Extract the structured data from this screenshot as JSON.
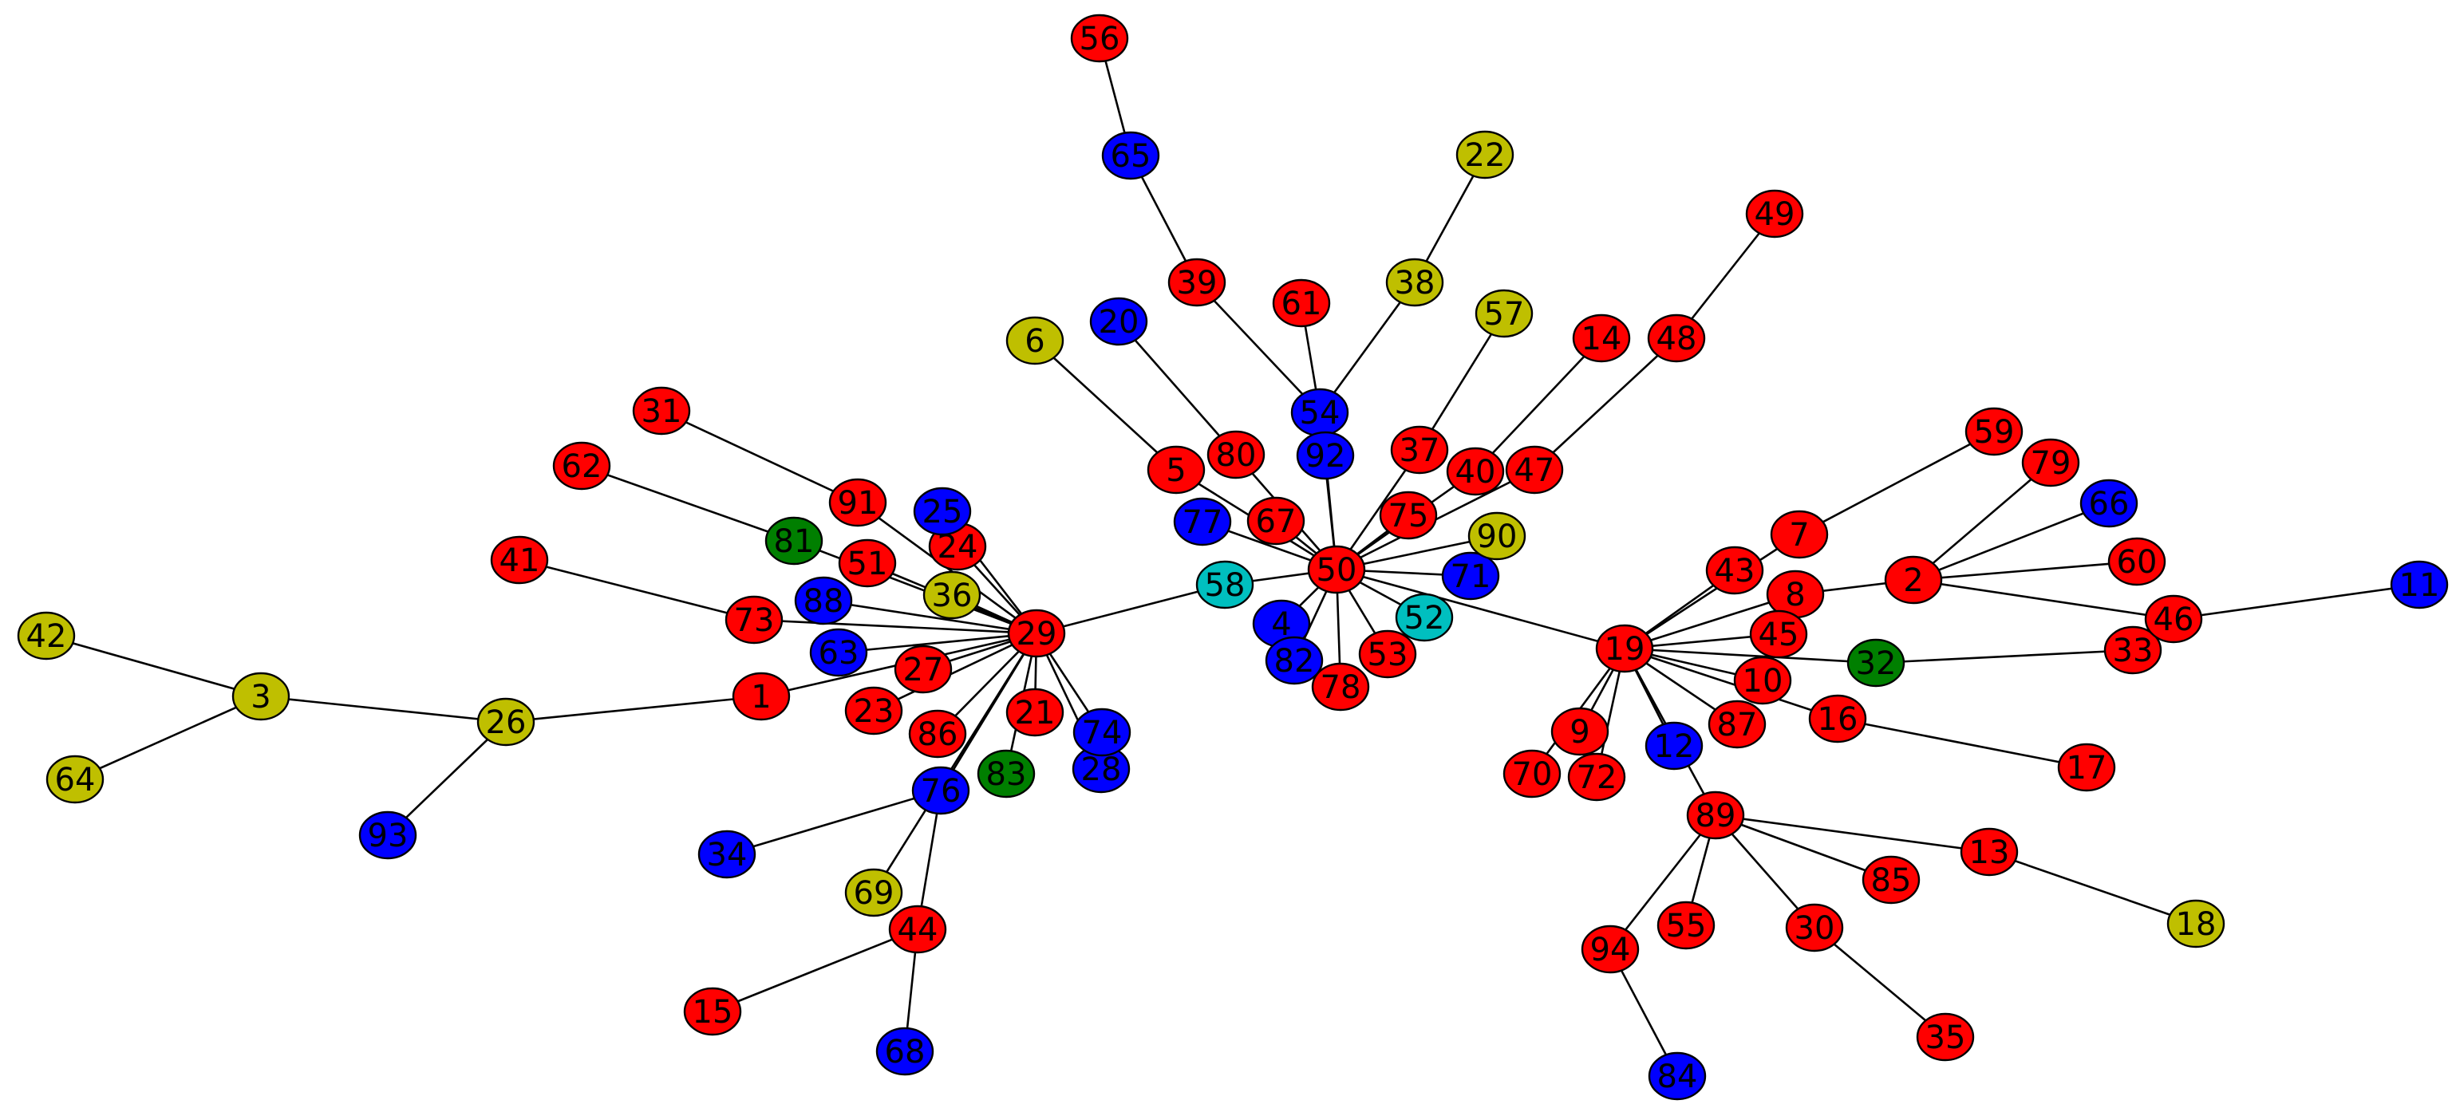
{
  "colors": {
    "red": "#ff0000",
    "blue": "#0000ff",
    "olive": "#bfbf00",
    "green": "#007f00",
    "cyan": "#00bfbf"
  },
  "nodes": [
    {
      "id": "1",
      "color": "red"
    },
    {
      "id": "2",
      "color": "red"
    },
    {
      "id": "3",
      "color": "olive"
    },
    {
      "id": "4",
      "color": "blue"
    },
    {
      "id": "5",
      "color": "red"
    },
    {
      "id": "6",
      "color": "olive"
    },
    {
      "id": "7",
      "color": "red"
    },
    {
      "id": "8",
      "color": "red"
    },
    {
      "id": "9",
      "color": "red"
    },
    {
      "id": "10",
      "color": "red"
    },
    {
      "id": "11",
      "color": "blue"
    },
    {
      "id": "12",
      "color": "blue"
    },
    {
      "id": "13",
      "color": "red"
    },
    {
      "id": "14",
      "color": "red"
    },
    {
      "id": "15",
      "color": "red"
    },
    {
      "id": "16",
      "color": "red"
    },
    {
      "id": "17",
      "color": "red"
    },
    {
      "id": "18",
      "color": "olive"
    },
    {
      "id": "19",
      "color": "red"
    },
    {
      "id": "20",
      "color": "blue"
    },
    {
      "id": "21",
      "color": "red"
    },
    {
      "id": "22",
      "color": "olive"
    },
    {
      "id": "23",
      "color": "red"
    },
    {
      "id": "24",
      "color": "red"
    },
    {
      "id": "25",
      "color": "blue"
    },
    {
      "id": "26",
      "color": "olive"
    },
    {
      "id": "27",
      "color": "red"
    },
    {
      "id": "28",
      "color": "blue"
    },
    {
      "id": "29",
      "color": "red"
    },
    {
      "id": "30",
      "color": "red"
    },
    {
      "id": "31",
      "color": "red"
    },
    {
      "id": "32",
      "color": "green"
    },
    {
      "id": "33",
      "color": "red"
    },
    {
      "id": "34",
      "color": "blue"
    },
    {
      "id": "35",
      "color": "red"
    },
    {
      "id": "36",
      "color": "olive"
    },
    {
      "id": "37",
      "color": "red"
    },
    {
      "id": "38",
      "color": "olive"
    },
    {
      "id": "39",
      "color": "red"
    },
    {
      "id": "40",
      "color": "red"
    },
    {
      "id": "41",
      "color": "red"
    },
    {
      "id": "42",
      "color": "olive"
    },
    {
      "id": "43",
      "color": "red"
    },
    {
      "id": "44",
      "color": "red"
    },
    {
      "id": "45",
      "color": "red"
    },
    {
      "id": "46",
      "color": "red"
    },
    {
      "id": "47",
      "color": "red"
    },
    {
      "id": "48",
      "color": "red"
    },
    {
      "id": "49",
      "color": "red"
    },
    {
      "id": "50",
      "color": "red"
    },
    {
      "id": "51",
      "color": "red"
    },
    {
      "id": "52",
      "color": "cyan"
    },
    {
      "id": "53",
      "color": "red"
    },
    {
      "id": "54",
      "color": "blue"
    },
    {
      "id": "55",
      "color": "red"
    },
    {
      "id": "56",
      "color": "red"
    },
    {
      "id": "57",
      "color": "olive"
    },
    {
      "id": "58",
      "color": "cyan"
    },
    {
      "id": "59",
      "color": "red"
    },
    {
      "id": "60",
      "color": "red"
    },
    {
      "id": "61",
      "color": "red"
    },
    {
      "id": "62",
      "color": "red"
    },
    {
      "id": "63",
      "color": "blue"
    },
    {
      "id": "64",
      "color": "olive"
    },
    {
      "id": "65",
      "color": "blue"
    },
    {
      "id": "66",
      "color": "blue"
    },
    {
      "id": "67",
      "color": "red"
    },
    {
      "id": "68",
      "color": "blue"
    },
    {
      "id": "69",
      "color": "olive"
    },
    {
      "id": "70",
      "color": "red"
    },
    {
      "id": "71",
      "color": "blue"
    },
    {
      "id": "72",
      "color": "red"
    },
    {
      "id": "73",
      "color": "red"
    },
    {
      "id": "74",
      "color": "blue"
    },
    {
      "id": "75",
      "color": "red"
    },
    {
      "id": "76",
      "color": "blue"
    },
    {
      "id": "77",
      "color": "blue"
    },
    {
      "id": "78",
      "color": "red"
    },
    {
      "id": "79",
      "color": "red"
    },
    {
      "id": "80",
      "color": "red"
    },
    {
      "id": "81",
      "color": "green"
    },
    {
      "id": "82",
      "color": "blue"
    },
    {
      "id": "83",
      "color": "green"
    },
    {
      "id": "84",
      "color": "blue"
    },
    {
      "id": "85",
      "color": "red"
    },
    {
      "id": "86",
      "color": "red"
    },
    {
      "id": "87",
      "color": "red"
    },
    {
      "id": "88",
      "color": "blue"
    },
    {
      "id": "89",
      "color": "red"
    },
    {
      "id": "90",
      "color": "olive"
    },
    {
      "id": "91",
      "color": "red"
    },
    {
      "id": "92",
      "color": "blue"
    },
    {
      "id": "93",
      "color": "blue"
    },
    {
      "id": "94",
      "color": "red"
    }
  ],
  "edges": [
    [
      "50",
      "58"
    ],
    [
      "50",
      "67"
    ],
    [
      "50",
      "77"
    ],
    [
      "50",
      "5"
    ],
    [
      "50",
      "80"
    ],
    [
      "50",
      "92"
    ],
    [
      "50",
      "54"
    ],
    [
      "50",
      "75"
    ],
    [
      "50",
      "37"
    ],
    [
      "50",
      "40"
    ],
    [
      "50",
      "47"
    ],
    [
      "50",
      "90"
    ],
    [
      "50",
      "71"
    ],
    [
      "50",
      "52"
    ],
    [
      "50",
      "53"
    ],
    [
      "50",
      "78"
    ],
    [
      "50",
      "82"
    ],
    [
      "50",
      "4"
    ],
    [
      "50",
      "19"
    ],
    [
      "58",
      "29"
    ],
    [
      "5",
      "6"
    ],
    [
      "80",
      "20"
    ],
    [
      "54",
      "61"
    ],
    [
      "54",
      "39"
    ],
    [
      "39",
      "65"
    ],
    [
      "65",
      "56"
    ],
    [
      "54",
      "38"
    ],
    [
      "38",
      "22"
    ],
    [
      "37",
      "57"
    ],
    [
      "40",
      "14"
    ],
    [
      "47",
      "48"
    ],
    [
      "48",
      "49"
    ],
    [
      "29",
      "24"
    ],
    [
      "29",
      "25"
    ],
    [
      "29",
      "91"
    ],
    [
      "29",
      "81"
    ],
    [
      "29",
      "51"
    ],
    [
      "29",
      "36"
    ],
    [
      "29",
      "88"
    ],
    [
      "29",
      "73"
    ],
    [
      "29",
      "63"
    ],
    [
      "29",
      "27"
    ],
    [
      "29",
      "23"
    ],
    [
      "29",
      "86"
    ],
    [
      "29",
      "21"
    ],
    [
      "29",
      "74"
    ],
    [
      "29",
      "28"
    ],
    [
      "29",
      "83"
    ],
    [
      "29",
      "76"
    ],
    [
      "29",
      "69"
    ],
    [
      "29",
      "1"
    ],
    [
      "91",
      "31"
    ],
    [
      "81",
      "62"
    ],
    [
      "73",
      "41"
    ],
    [
      "1",
      "26"
    ],
    [
      "26",
      "3"
    ],
    [
      "26",
      "93"
    ],
    [
      "3",
      "42"
    ],
    [
      "3",
      "64"
    ],
    [
      "76",
      "34"
    ],
    [
      "76",
      "44"
    ],
    [
      "44",
      "15"
    ],
    [
      "44",
      "68"
    ],
    [
      "19",
      "43"
    ],
    [
      "19",
      "7"
    ],
    [
      "19",
      "8"
    ],
    [
      "19",
      "45"
    ],
    [
      "19",
      "32"
    ],
    [
      "19",
      "10"
    ],
    [
      "19",
      "16"
    ],
    [
      "19",
      "87"
    ],
    [
      "19",
      "12"
    ],
    [
      "19",
      "9"
    ],
    [
      "19",
      "70"
    ],
    [
      "19",
      "72"
    ],
    [
      "19",
      "89"
    ],
    [
      "7",
      "59"
    ],
    [
      "8",
      "2"
    ],
    [
      "2",
      "79"
    ],
    [
      "2",
      "66"
    ],
    [
      "2",
      "60"
    ],
    [
      "2",
      "46"
    ],
    [
      "46",
      "11"
    ],
    [
      "32",
      "33"
    ],
    [
      "16",
      "17"
    ],
    [
      "89",
      "13"
    ],
    [
      "13",
      "18"
    ],
    [
      "89",
      "85"
    ],
    [
      "89",
      "30"
    ],
    [
      "30",
      "35"
    ],
    [
      "89",
      "55"
    ],
    [
      "89",
      "94"
    ],
    [
      "94",
      "84"
    ]
  ]
}
